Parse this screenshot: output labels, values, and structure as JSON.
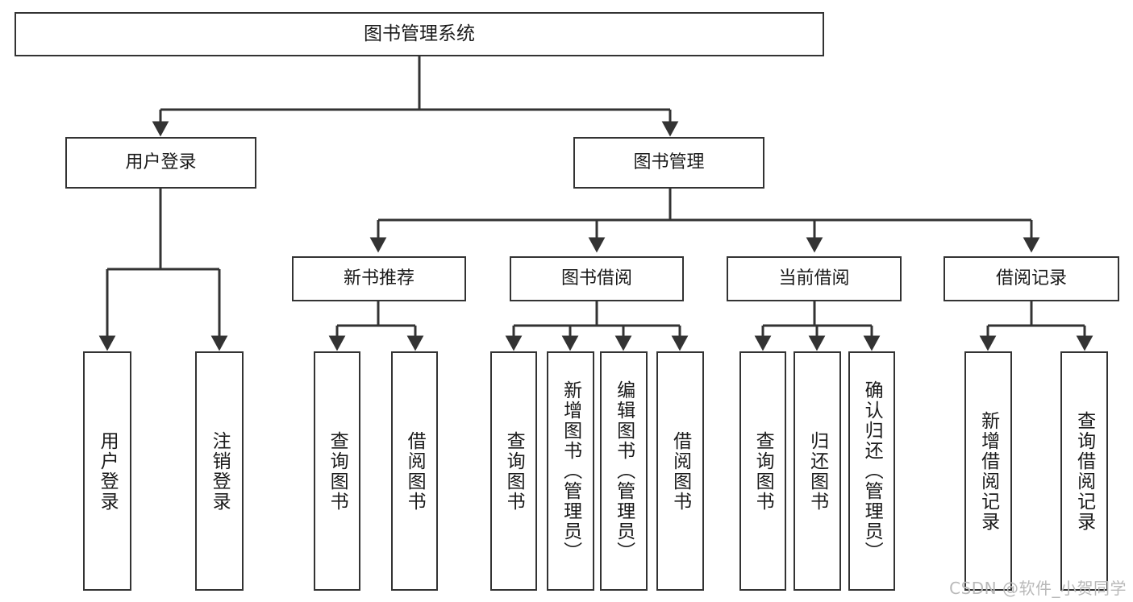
{
  "diagram": {
    "title": "图书管理系统",
    "type": "tree",
    "root": {
      "label": "图书管理系统"
    },
    "level2": [
      {
        "label": "用户登录"
      },
      {
        "label": "图书管理"
      }
    ],
    "level3": [
      {
        "label": "新书推荐"
      },
      {
        "label": "图书借阅"
      },
      {
        "label": "当前借阅"
      },
      {
        "label": "借阅记录"
      }
    ],
    "leaves": [
      {
        "label": "用户登录",
        "parent": "用户登录"
      },
      {
        "label": "注销登录",
        "parent": "用户登录"
      },
      {
        "label": "查询图书",
        "parent": "新书推荐"
      },
      {
        "label": "借阅图书",
        "parent": "新书推荐"
      },
      {
        "label": "查询图书",
        "parent": "图书借阅"
      },
      {
        "label": "新增图书（管理员）",
        "parent": "图书借阅"
      },
      {
        "label": "编辑图书（管理员）",
        "parent": "图书借阅"
      },
      {
        "label": "借阅图书",
        "parent": "图书借阅"
      },
      {
        "label": "查询图书",
        "parent": "当前借阅"
      },
      {
        "label": "归还图书",
        "parent": "当前借阅"
      },
      {
        "label": "确认归还（管理员）",
        "parent": "当前借阅"
      },
      {
        "label": "新增借阅记录",
        "parent": "借阅记录"
      },
      {
        "label": "查询借阅记录",
        "parent": "借阅记录"
      }
    ]
  },
  "watermark": {
    "text": "CSDN @软件_小贺同学"
  },
  "colors": {
    "stroke": "#333333",
    "fill": "#ffffff",
    "text": "#1a1a1a",
    "watermark": "#b9b9b9"
  }
}
